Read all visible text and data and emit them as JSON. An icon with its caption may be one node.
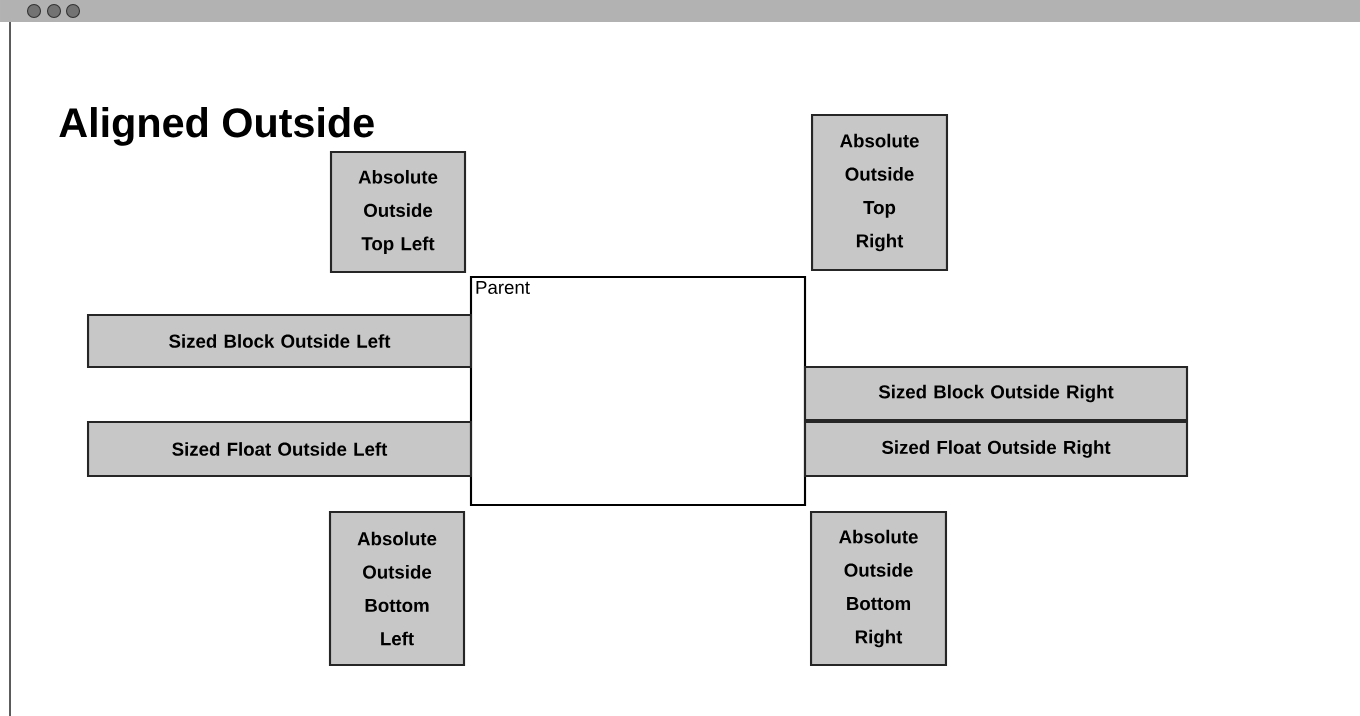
{
  "diagram": {
    "title": "Aligned Outside",
    "nodes": [
      {
        "text": [
          "Parent"
        ]
      },
      {
        "text": [
          "Absolute Outside Top Left"
        ]
      },
      {
        "text": [
          "Absolute Outside Top Right"
        ]
      },
      {
        "text": [
          "Sized Block Outside Left"
        ]
      },
      {
        "text": [
          "Sized Block Outside Right"
        ]
      },
      {
        "text": [
          "Sized Float Outside Left"
        ]
      },
      {
        "text": [
          "Sized Float Outside Right"
        ]
      },
      {
        "text": [
          "Absolute Outside Bottom Left"
        ]
      },
      {
        "text": [
          "Absolute Outside Bottom Right"
        ]
      }
    ]
  }
}
